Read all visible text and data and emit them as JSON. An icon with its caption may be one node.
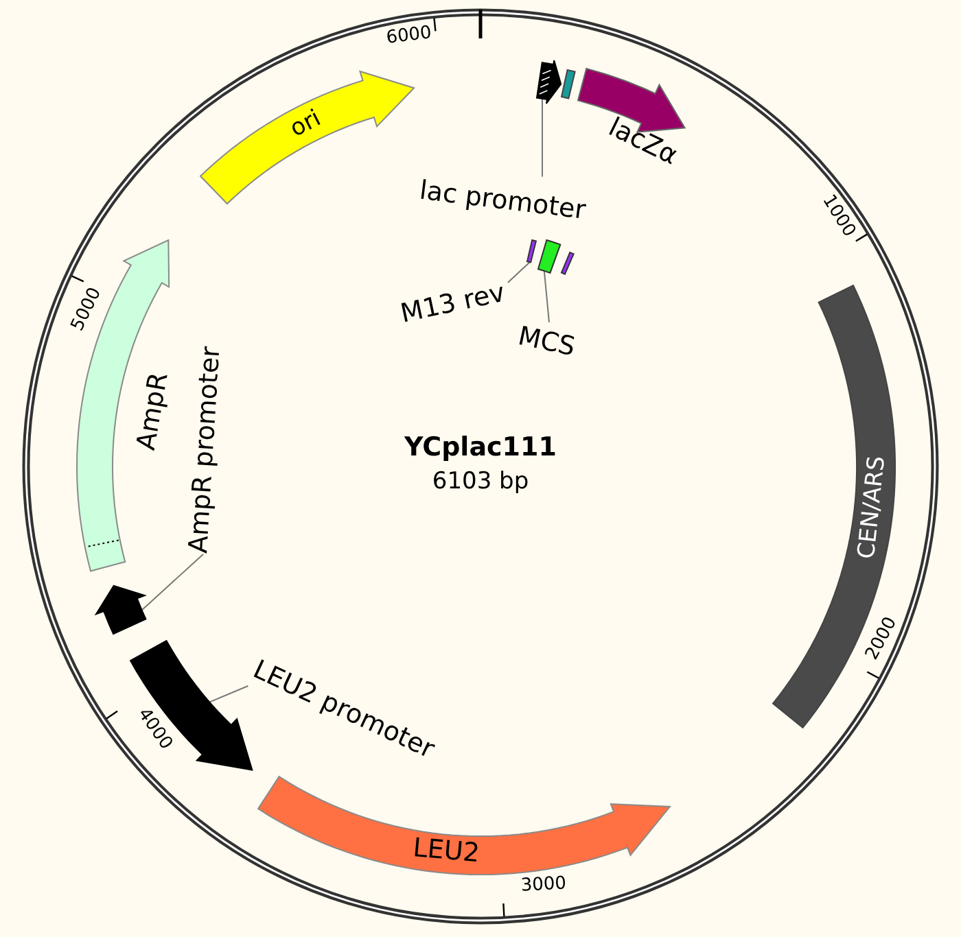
{
  "diagram": {
    "title": "YCplac111",
    "nodes": [
      {
        "text": [
          "ori"
        ]
      },
      {
        "text": [],
        "shape": "arrow"
      },
      {
        "text": [],
        "shape": "box"
      },
      {
        "text": [
          "lacZα"
        ]
      },
      {
        "text": [
          "lac promoter"
        ]
      },
      {
        "text": [],
        "shape": "bar"
      },
      {
        "text": [],
        "shape": "box"
      },
      {
        "text": [],
        "shape": "bar"
      },
      {
        "text": [
          "M13 rev"
        ]
      },
      {
        "text": [
          "MCS"
        ]
      },
      {
        "text": [
          "AmpR"
        ]
      },
      {
        "text": [
          "AmpR promoter"
        ]
      },
      {
        "text": [],
        "shape": "arrow"
      },
      {
        "text": [
          "CEN/ARS"
        ]
      },
      {
        "text": [],
        "shape": "arrow"
      },
      {
        "text": [
          "LEU2 promoter"
        ]
      },
      {
        "text": [
          "LEU2"
        ]
      }
    ],
    "edges": [
      {
        "from": 4,
        "to": 1,
        "arrow": "none"
      },
      {
        "from": 8,
        "to": 5,
        "arrow": "none"
      },
      {
        "from": 9,
        "to": 6,
        "arrow": "none"
      },
      {
        "from": 11,
        "to": 12,
        "arrow": "none"
      },
      {
        "from": 15,
        "to": 14,
        "arrow": "none"
      }
    ],
    "labels": [
      "6000",
      "1000",
      "5000",
      "6103 bp",
      "2000",
      "4000",
      "3000"
    ]
  }
}
